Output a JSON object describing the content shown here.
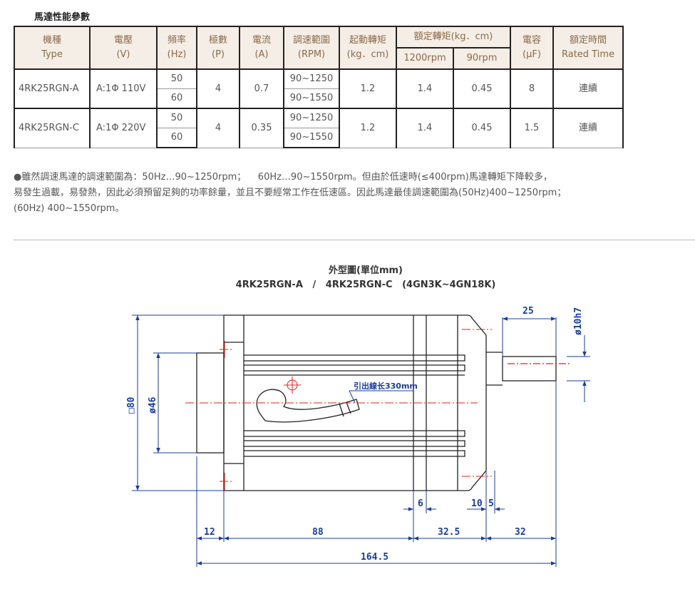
{
  "section_title": "馬達性能參數",
  "table": {
    "headers": {
      "type_zh": "機種",
      "type_en": "Type",
      "volt_zh": "電壓",
      "volt_en": "(V)",
      "freq_zh": "頻率",
      "freq_en": "(Hz)",
      "pole_zh": "極數",
      "pole_en": "(P)",
      "curr_zh": "電流",
      "curr_en": "(A)",
      "speed_zh": "調速範圍",
      "speed_en": "(RPM)",
      "start_zh": "起動轉矩",
      "start_en": "(kg．cm)",
      "rated_zh": "額定轉矩(kg．cm)",
      "rated_1200": "1200rpm",
      "rated_90": "90rpm",
      "cap_zh": "電容",
      "cap_en": "(μF)",
      "time_zh": "額定時間",
      "time_en": "Rated Time"
    },
    "rows": [
      {
        "type": "4RK25RGN-A",
        "voltage": "A:1Φ 110V",
        "freq_a": "50",
        "freq_b": "60",
        "poles": "4",
        "current": "0.7",
        "speed_a": "90~1250",
        "speed_b": "90~1550",
        "start_torque": "1.2",
        "torque_1200": "1.4",
        "torque_90": "0.45",
        "capacitor": "8",
        "rated_time": "連續"
      },
      {
        "type": "4RK25RGN-C",
        "voltage": "A:1Φ 220V",
        "freq_a": "50",
        "freq_b": "60",
        "poles": "4",
        "current": "0.35",
        "speed_a": "90~1250",
        "speed_b": "90~1550",
        "start_torque": "1.2",
        "torque_1200": "1.4",
        "torque_90": "0.45",
        "capacitor": "1.5",
        "rated_time": "連續"
      }
    ]
  },
  "note": {
    "line1": "●雖然調速馬達的調速範圍為：50Hz…90~1250rpm；    60Hz…90~1550rpm。但由於低速時(≤400rpm)馬達轉矩下降較多，",
    "line2": "易發生過載，易發熱，因此必須預留足夠的功率餘量，並且不要經常工作在低速區。因此馬達最佳調速範圍為(50Hz)400~1250rpm；",
    "line3": "(60Hz) 400~1550rpm。"
  },
  "drawing": {
    "title_line1": "外型圖(單位mm)",
    "title_line2": "4RK25RGN-A   /   4RK25RGN-C   (4GN3K~4GN18K)",
    "lead_label": "引出線长330mm",
    "dims": {
      "shaft_len": "25",
      "shaft_dia": "ø10h7",
      "square": "□80",
      "pilot_dia": "ø46",
      "d6": "6",
      "d10": "10",
      "d5": "5",
      "d12": "12",
      "d88": "88",
      "d32_5": "32.5",
      "d32": "32",
      "total": "164.5"
    },
    "line_color": "#222222",
    "center_color": "#e02020",
    "dim_color": "#1a3d9a"
  }
}
